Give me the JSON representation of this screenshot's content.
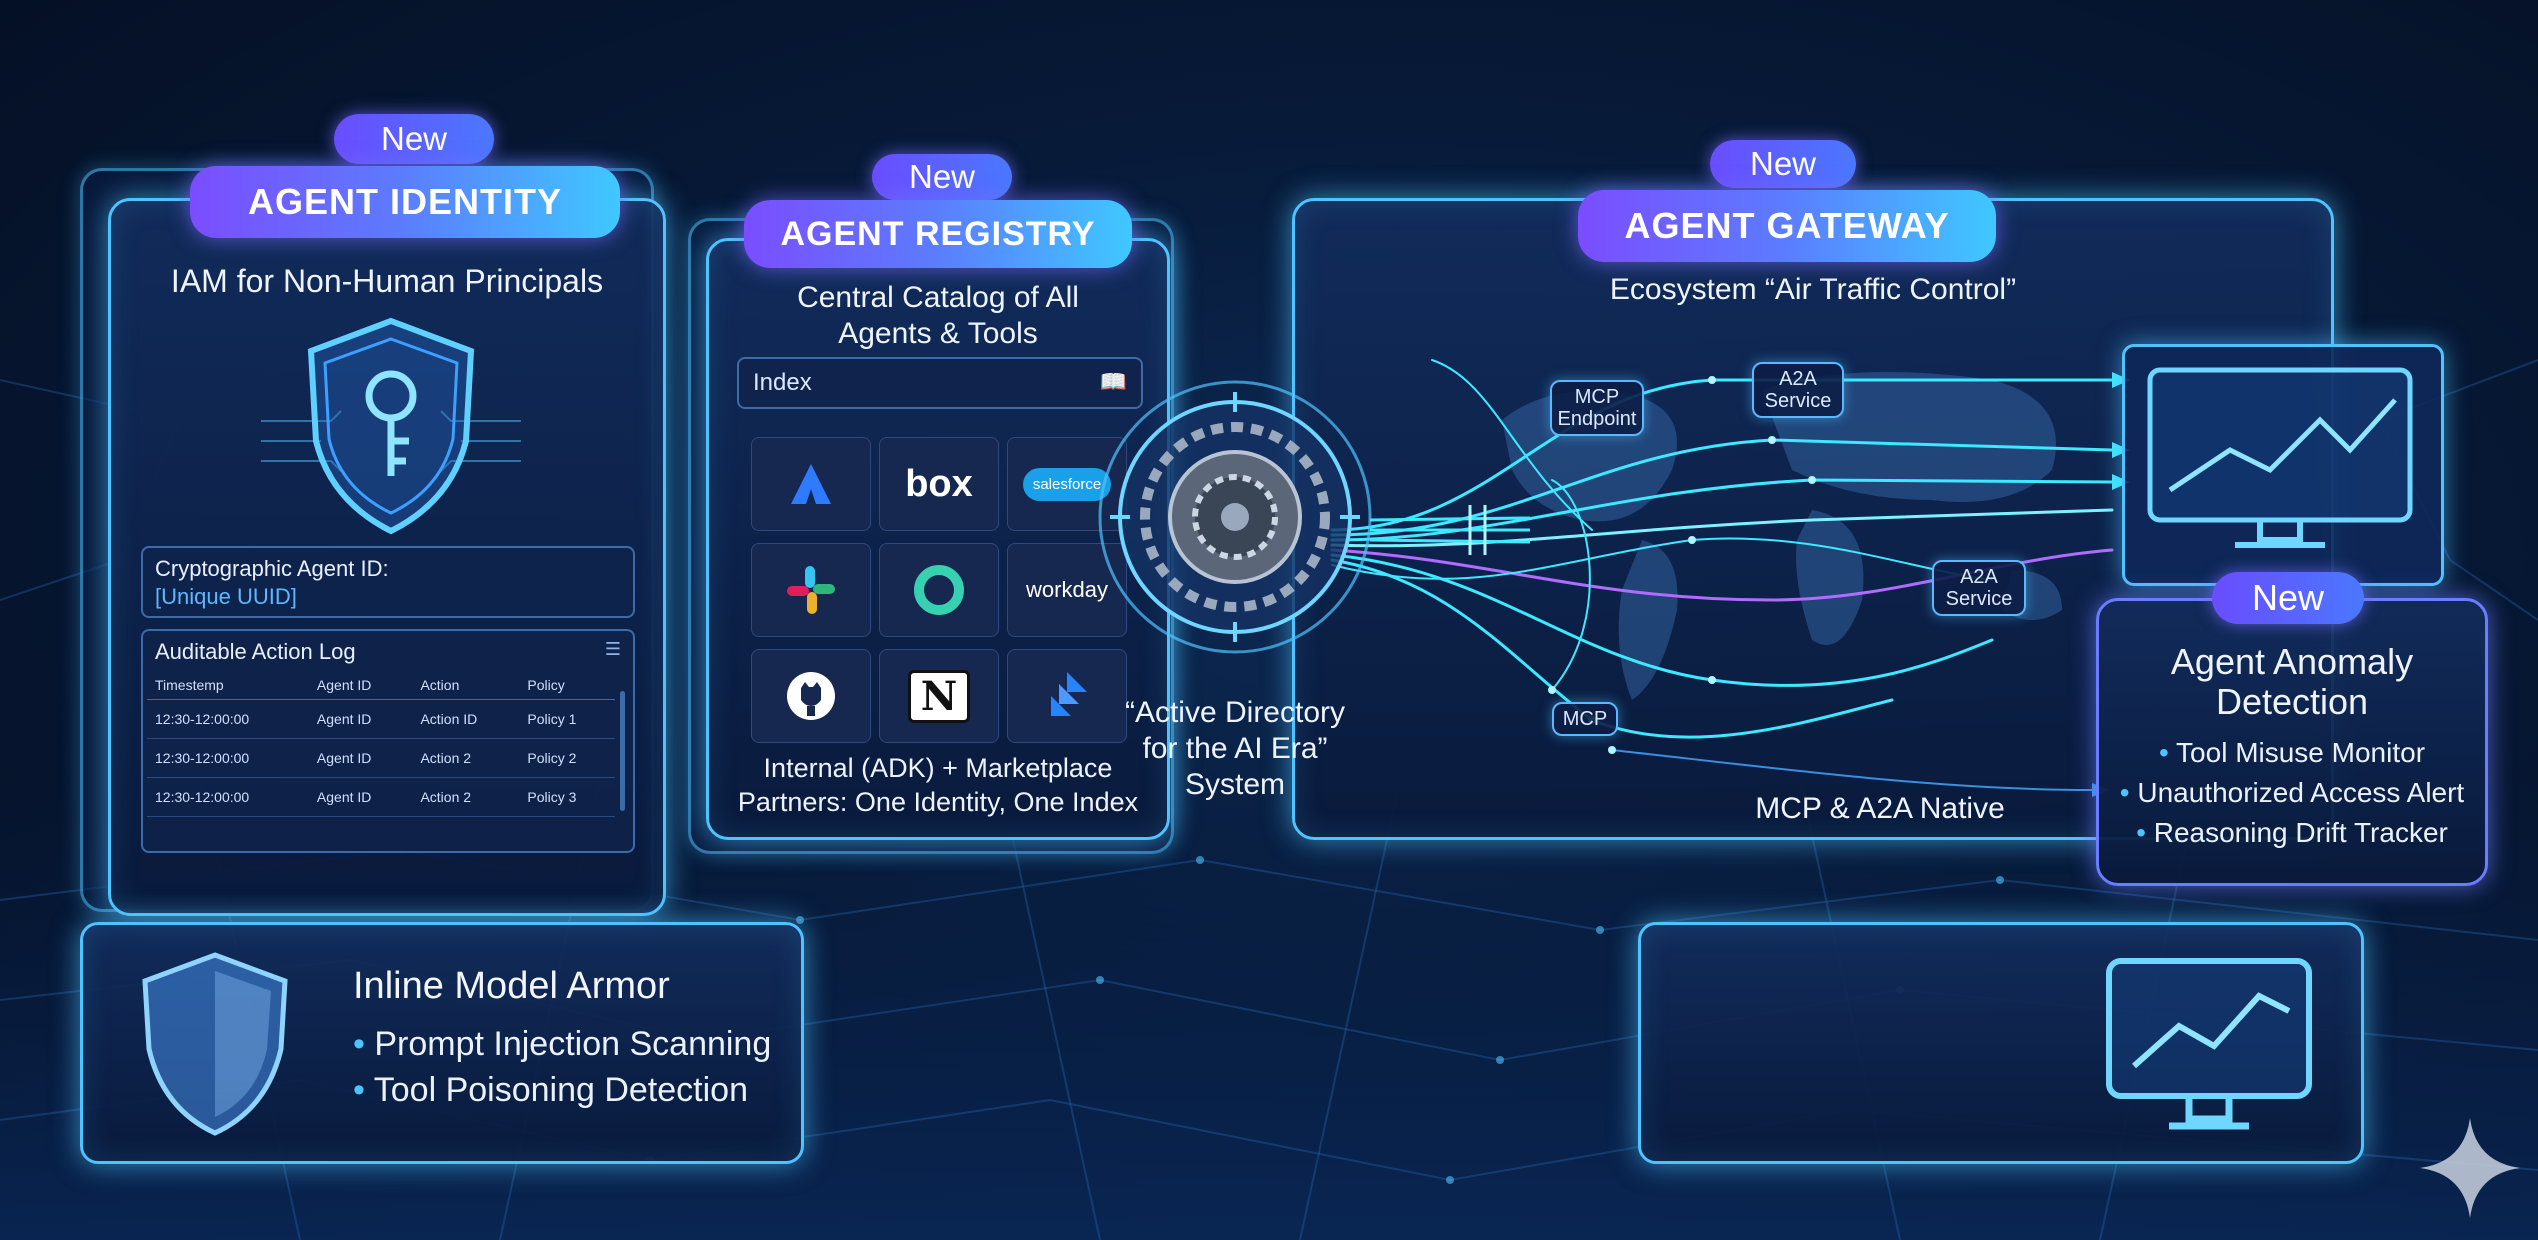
{
  "identity": {
    "badge": "New",
    "title": "AGENT IDENTITY",
    "subtitle": "IAM for Non-Human Principals",
    "id_label": "Cryptographic Agent ID:",
    "id_value": "[Unique UUID]",
    "log_title": "Auditable Action Log",
    "log_columns": [
      "Timestemp",
      "Agent ID",
      "Action",
      "Policy"
    ],
    "log_rows": [
      [
        "12:30-12:00:00",
        "Agent ID",
        "Action ID",
        "Policy 1"
      ],
      [
        "12:30-12:00:00",
        "Agent ID",
        "Action 2",
        "Policy 2"
      ],
      [
        "12:30-12:00:00",
        "Agent ID",
        "Action 2",
        "Policy 3"
      ]
    ]
  },
  "registry": {
    "badge": "New",
    "title": "AGENT REGISTRY",
    "subtitle_line1": "Central Catalog of All",
    "subtitle_line2": "Agents & Tools",
    "index_label": "Index",
    "logos": [
      "atlassian-logo",
      "box",
      "salesforce",
      "slack-logo",
      "okta-logo",
      "workday",
      "github-logo",
      "notion-logo",
      "jira-logo"
    ],
    "logo_text": {
      "box": "box",
      "salesforce": "salesforce",
      "workday": "workday",
      "notion": "N"
    },
    "footer_line1": "Internal (ADK) + Marketplace",
    "footer_line2": "Partners: One Identity, One Index"
  },
  "hub": {
    "line1": "“Active Directory",
    "line2": "for the AI Era”",
    "line3": "System"
  },
  "gateway": {
    "badge": "New",
    "title": "AGENT GATEWAY",
    "subtitle": "Ecosystem “Air Traffic Control”",
    "tag_mcp_endpoint_1": "MCP",
    "tag_mcp_endpoint_2": "Endpoint",
    "tag_a2a_top_1": "A2A",
    "tag_a2a_top_2": "Service",
    "tag_a2a_mid_1": "A2A",
    "tag_a2a_mid_2": "Service",
    "tag_mcp": "MCP",
    "footer": "MCP & A2A Native"
  },
  "anomaly": {
    "badge": "New",
    "title_line1": "Agent Anomaly",
    "title_line2": "Detection",
    "items": [
      "Tool Misuse Monitor",
      "Unauthorized Access Alert",
      "Reasoning Drift Tracker"
    ]
  },
  "armor": {
    "title": "Inline Model Armor",
    "items": [
      "Prompt Injection Scanning",
      "Tool Poisoning Detection"
    ]
  },
  "colors": {
    "accent": "#4fc3ff",
    "banner_start": "#7b4dff",
    "banner_end": "#3fc8ff",
    "background": "#071a38",
    "flow_line": "#3ee8ff",
    "flow_alt": "#b06bff"
  }
}
